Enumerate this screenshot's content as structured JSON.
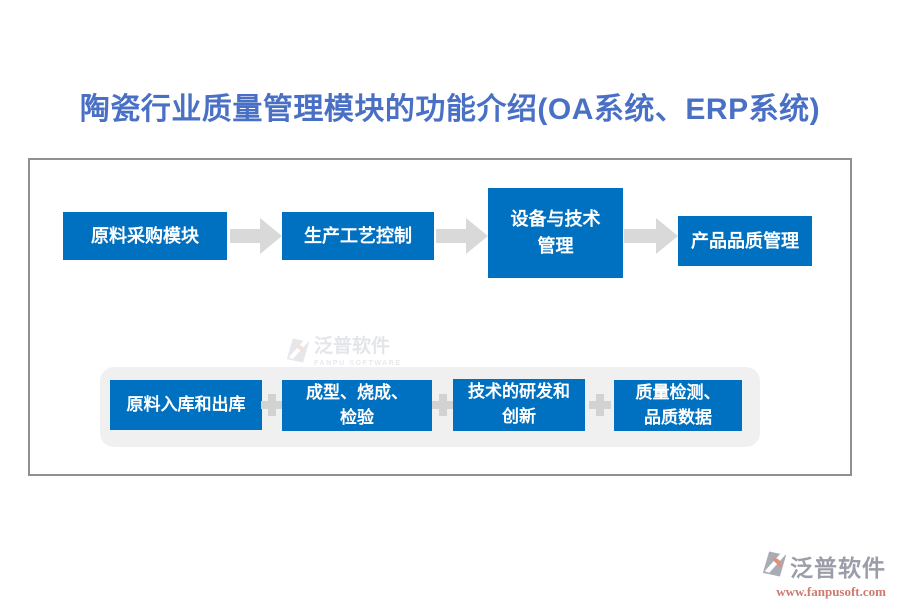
{
  "title": {
    "text": "陶瓷行业质量管理模块的功能介绍(OA系统、ERP系统)",
    "color": "#4A70C6"
  },
  "colors": {
    "node_blue": "#0070C0",
    "node_text": "#FFFFFF",
    "arrow_gray": "#D9D9D9",
    "plus_gray": "#D2D2D2",
    "frame_border": "#909090",
    "group_background": "#F0F0F0",
    "footer_name_gray": "#9B9DA9",
    "footer_url_red": "#CD7A70"
  },
  "top_flow": {
    "nodes": [
      {
        "label": "原料采购模块"
      },
      {
        "label": "生产工艺控制"
      },
      {
        "label": "设备与技术\n管理"
      },
      {
        "label": "产品品质管理"
      }
    ]
  },
  "bottom_flow": {
    "nodes": [
      {
        "label": "原料入库和出库"
      },
      {
        "label": "成型、烧成、\n检验"
      },
      {
        "label": "技术的研发和\n创新"
      },
      {
        "label": "质量检测、\n品质数据"
      }
    ]
  },
  "watermark_center": {
    "name": "泛普软件",
    "subtitle": "FANPU SOFTWARE"
  },
  "footer_logo": {
    "name": "泛普软件",
    "url": "www.fanpusoft.com"
  }
}
